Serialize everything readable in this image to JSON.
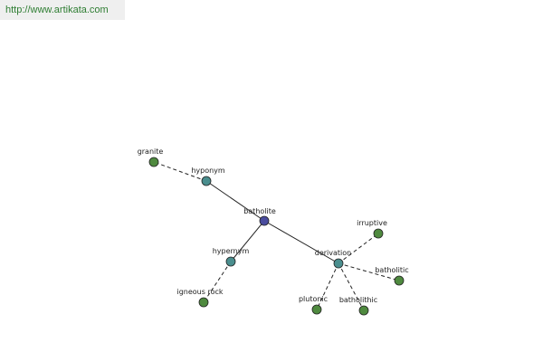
{
  "site_link": "http://www.artikata.com",
  "colors": {
    "root_node": "#4a4c9e",
    "relation_node": "#4a8e8e",
    "leaf_node": "#4f8a3f",
    "edge": "#222222",
    "link_text": "#2e7d32",
    "link_bg": "#efefef"
  },
  "graph": {
    "root": "batholite",
    "relations": [
      {
        "key": "hyponym",
        "label": "hyponym",
        "targets": [
          "granite"
        ]
      },
      {
        "key": "hypernym",
        "label": "hypernym",
        "targets": [
          "igneous rock"
        ]
      },
      {
        "key": "derivation",
        "label": "derivation",
        "targets": [
          "irruptive",
          "batholitic",
          "plutonic",
          "batholithic"
        ]
      }
    ]
  }
}
